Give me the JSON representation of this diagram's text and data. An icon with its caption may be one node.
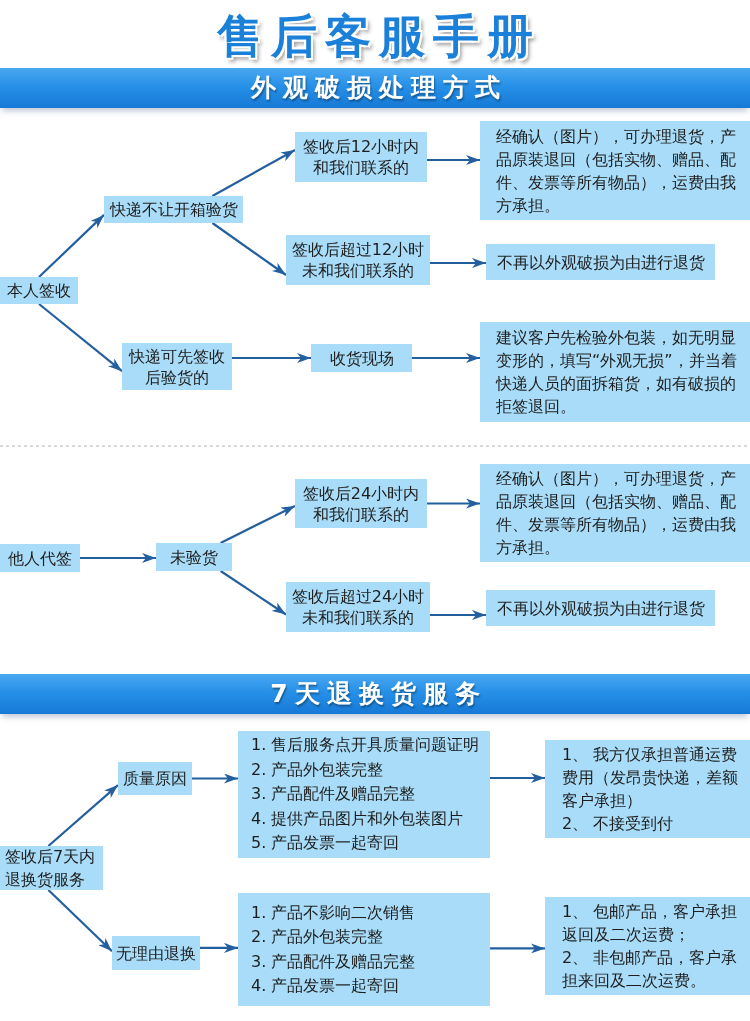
{
  "diagram": {
    "title": "售后客服手册",
    "nodes": [
      {
        "text": [
          "外观破损处理方式"
        ]
      },
      {
        "text": [
          "本人签收"
        ]
      },
      {
        "text": [
          "快递不让开箱验货"
        ]
      },
      {
        "text": [
          "签收后12小时内和我们联系的"
        ]
      },
      {
        "text": [
          "经确认（图片），可办理退货，产品原装退回（包括实物、赠品、配件、发票等所有物品），运费由我方承担。"
        ]
      },
      {
        "text": [
          "签收后超过12小时未和我们联系的"
        ]
      },
      {
        "text": [
          "不再以外观破损为由进行退货"
        ]
      },
      {
        "text": [
          "快递可先签收后验货的"
        ]
      },
      {
        "text": [
          "收货现场"
        ]
      },
      {
        "text": [
          "建议客户先检验外包装，如无明显变形的，填写“外观无损”，并当着快递人员的面拆箱货，如有破损的拒签退回。"
        ]
      },
      {
        "text": [
          "他人代签"
        ]
      },
      {
        "text": [
          "未验货"
        ]
      },
      {
        "text": [
          "签收后24小时内和我们联系的"
        ]
      },
      {
        "text": [
          "经确认（图片），可办理退货，产品原装退回（包括实物、赠品、配件、发票等所有物品），运费由我方承担。"
        ]
      },
      {
        "text": [
          "签收后超过24小时未和我们联系的"
        ]
      },
      {
        "text": [
          "不再以外观破损为由进行退货"
        ]
      },
      {
        "text": [
          "7天退换货服务"
        ]
      },
      {
        "text": [
          "签收后7天内退换货服务"
        ]
      },
      {
        "text": [
          "质量原因"
        ]
      },
      {
        "text": [
          "1. 售后服务点开具质量问题证明",
          "2. 产品外包装完整",
          "3. 产品配件及赠品完整",
          "4. 提供产品图片和外包装图片",
          "5. 产品发票一起寄回"
        ]
      },
      {
        "text": [
          "1、 我方仅承担普通运费费用（发昂贵快递，差额客户承担）",
          "2、 不接受到付"
        ]
      },
      {
        "text": [
          "无理由退换"
        ]
      },
      {
        "text": [
          "1. 产品不影响二次销售",
          "2. 产品外包装完整",
          "3. 产品配件及赠品完整",
          "4. 产品发票一起寄回"
        ]
      },
      {
        "text": [
          "1、 包邮产品，客户承担返回及二次运费；",
          "2、 非包邮产品，客户承担来回及二次运费。"
        ]
      }
    ],
    "edges": [
      {
        "from": 1,
        "to": 2,
        "arrow": "to"
      },
      {
        "from": 2,
        "to": 3,
        "arrow": "to"
      },
      {
        "from": 2,
        "to": 5,
        "arrow": "to"
      },
      {
        "from": 3,
        "to": 4,
        "arrow": "to"
      },
      {
        "from": 5,
        "to": 6,
        "arrow": "to"
      },
      {
        "from": 1,
        "to": 7,
        "arrow": "to"
      },
      {
        "from": 7,
        "to": 8,
        "arrow": "to"
      },
      {
        "from": 8,
        "to": 9,
        "arrow": "to"
      },
      {
        "from": 10,
        "to": 11,
        "arrow": "to"
      },
      {
        "from": 11,
        "to": 12,
        "arrow": "to"
      },
      {
        "from": 11,
        "to": 14,
        "arrow": "to"
      },
      {
        "from": 12,
        "to": 13,
        "arrow": "to"
      },
      {
        "from": 14,
        "to": 15,
        "arrow": "to"
      },
      {
        "from": 17,
        "to": 18,
        "arrow": "to"
      },
      {
        "from": 17,
        "to": 21,
        "arrow": "to"
      },
      {
        "from": 18,
        "to": 19,
        "arrow": "to"
      },
      {
        "from": 19,
        "to": 20,
        "arrow": "to"
      },
      {
        "from": 21,
        "to": 22,
        "arrow": "to"
      },
      {
        "from": 22,
        "to": 23,
        "arrow": "to"
      }
    ]
  }
}
